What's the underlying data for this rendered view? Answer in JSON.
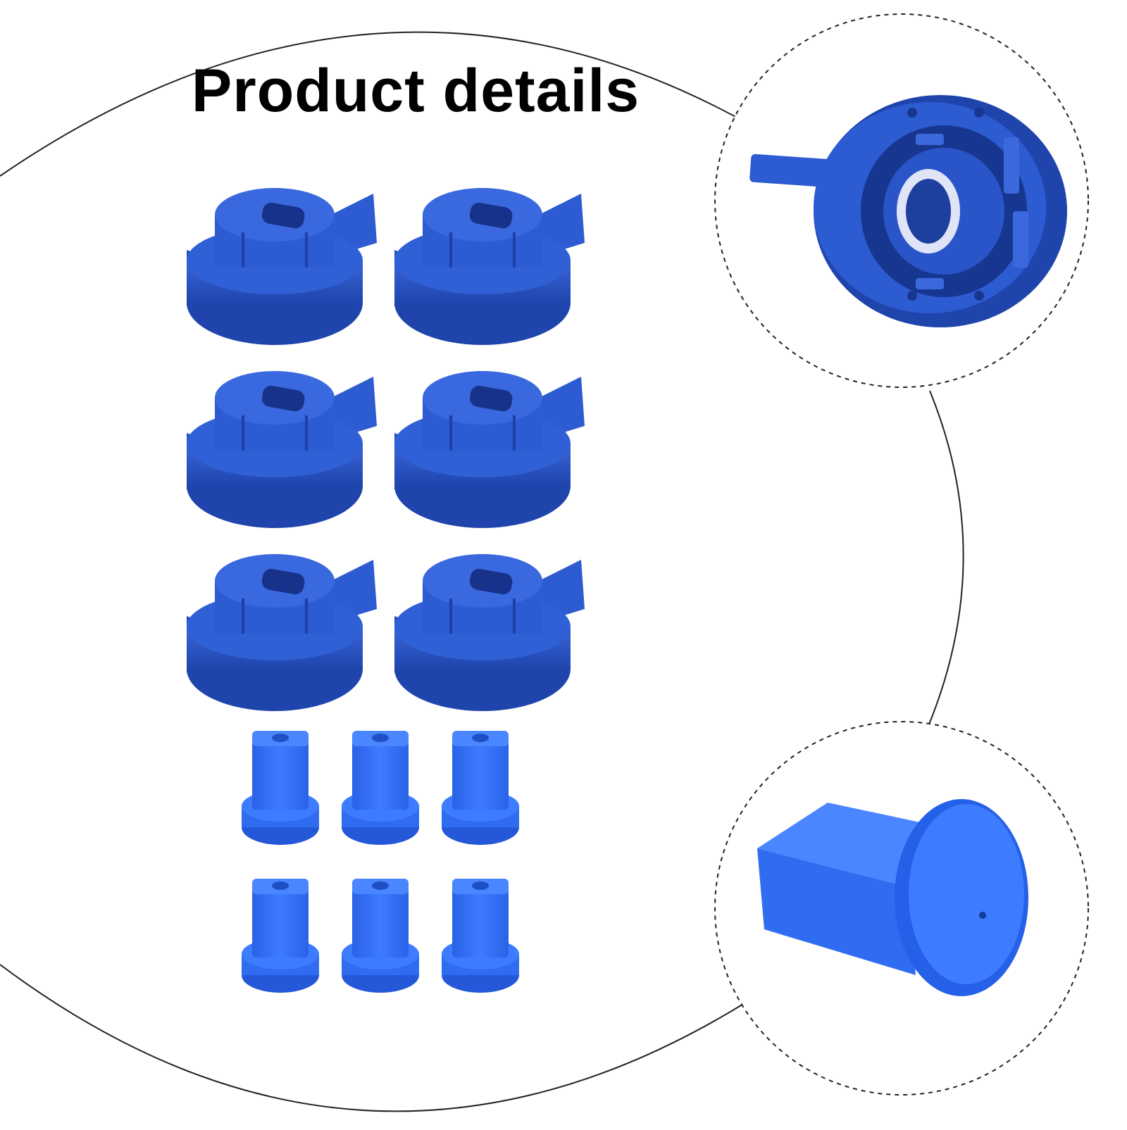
{
  "title": "Product details",
  "products": {
    "caps_count": 6,
    "tips_count": 6
  },
  "callouts": [
    {
      "subject": "cap-inside-view"
    },
    {
      "subject": "nozzle-tip-view"
    }
  ],
  "colors": {
    "background": "#ffffff",
    "cap_blue": "#2d5bd1",
    "cap_shadow": "#1e3fa6",
    "tip_blue": "#2f6cf0",
    "tip_light": "#4a86ff",
    "outline": "#222222"
  }
}
